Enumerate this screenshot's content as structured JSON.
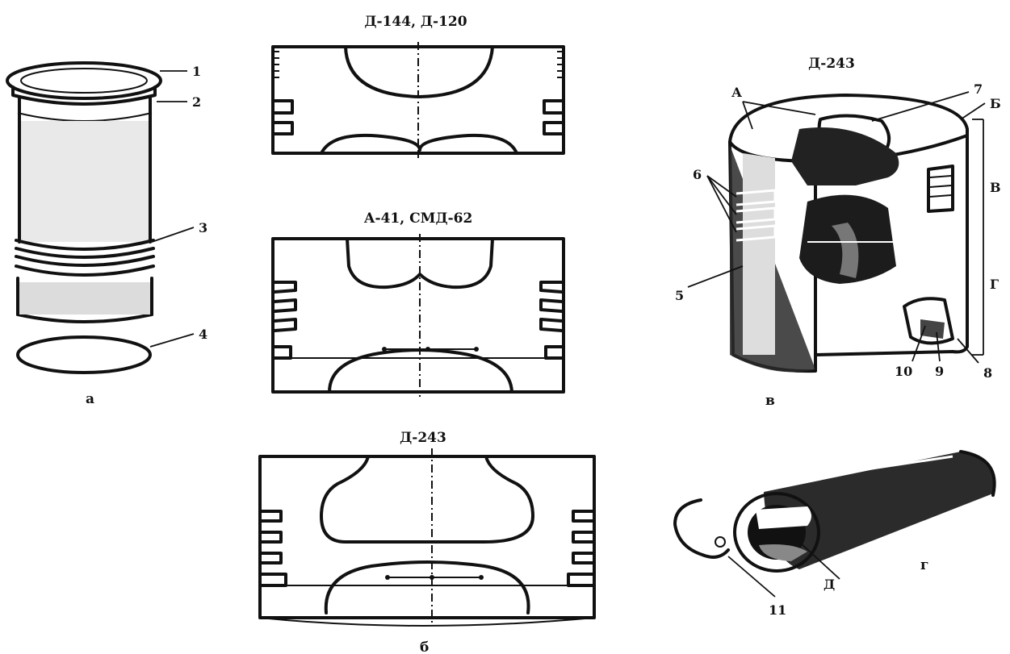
{
  "labels": {
    "title_top": "Д-144, Д-120",
    "title_mid": "А-41, СМД-62",
    "title_bottom": "Д-243",
    "title_right": "Д-243",
    "sub_a": "а",
    "sub_b": "б",
    "sub_v": "в",
    "sub_g": "г",
    "n1": "1",
    "n2": "2",
    "n3": "3",
    "n4": "4",
    "n5": "5",
    "n6": "6",
    "n7": "7",
    "n8": "8",
    "n9": "9",
    "n10": "10",
    "n11": "11",
    "A": "А",
    "B": "Б",
    "V": "В",
    "G": "Г",
    "D": "Д"
  },
  "colors": {
    "ink": "#111111",
    "paper": "#ffffff",
    "shade": "#2a2a2a"
  }
}
